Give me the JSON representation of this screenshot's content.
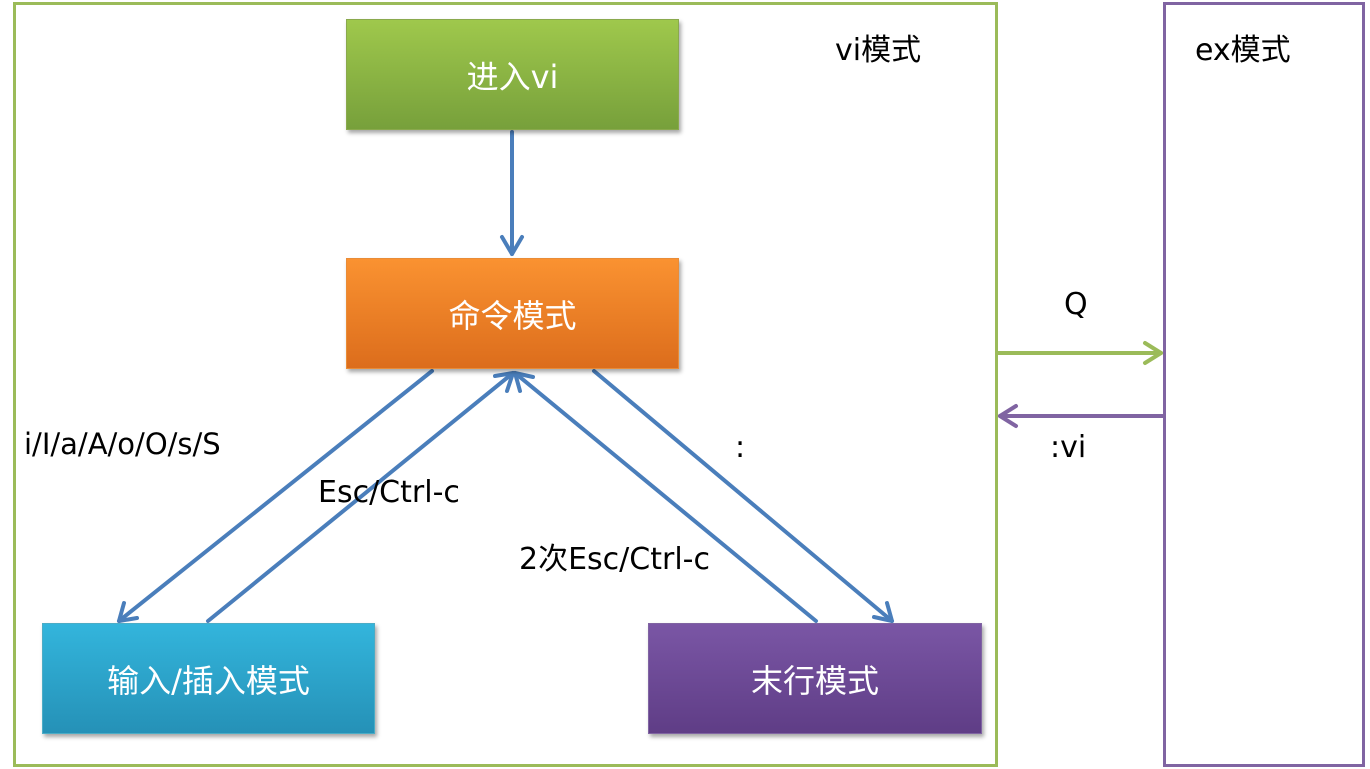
{
  "containers": {
    "vi_mode": {
      "label": "vi模式",
      "border_color": "#9bbb59"
    },
    "ex_mode": {
      "label": "ex模式",
      "border_color": "#8064a2"
    }
  },
  "boxes": {
    "enter_vi": {
      "label": "进入vi",
      "color": "#8bb84a"
    },
    "command_mode": {
      "label": "命令模式",
      "color": "#f0822a"
    },
    "input_mode": {
      "label": "输入/插入模式",
      "color": "#2ea6ce"
    },
    "last_line_mode": {
      "label": "末行模式",
      "color": "#6e4a97"
    }
  },
  "edges": {
    "command_to_input": "i/I/a/A/o/O/s/S",
    "input_to_command": "Esc/Ctrl-c",
    "command_to_last_line": ":",
    "last_line_to_command": "2次Esc/Ctrl-c",
    "vi_to_ex": "Q",
    "ex_to_vi": ":vi"
  },
  "colors": {
    "arrow_blue": "#4a7ebb",
    "arrow_green": "#9bbb59",
    "arrow_purple": "#8064a2"
  }
}
